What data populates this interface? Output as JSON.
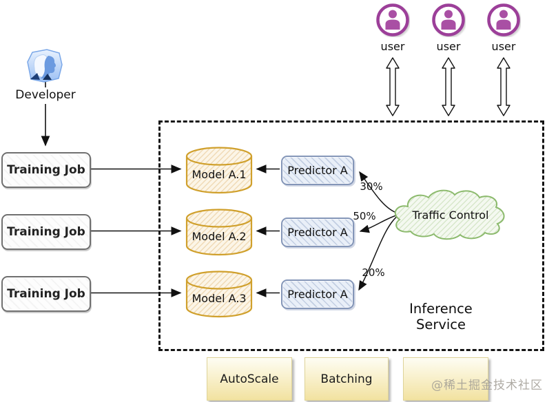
{
  "users": {
    "label": "user"
  },
  "developer": {
    "label": "Developer"
  },
  "training_jobs": {
    "labels": [
      "Training Job",
      "Training Job",
      "Training Job"
    ]
  },
  "inference_service": {
    "title": {
      "line1": "Inference",
      "line2": "Service"
    },
    "models": [
      "Model A.1",
      "Model A.2",
      "Model A.3"
    ],
    "predictors": [
      "Predictor A",
      "Predictor A",
      "Predictor A"
    ],
    "traffic_control": "Traffic Control",
    "traffic_splits": [
      "30%",
      "50%",
      "20%"
    ]
  },
  "features": {
    "autoscale": "AutoScale",
    "batching": "Batching"
  },
  "watermark": "@稀土掘金技术社区",
  "colors": {
    "user_purple": "#9c3f99",
    "user_purple_fill": "#a94fa4",
    "developer_blue": "#5b8fd8",
    "model_border": "#d0a02c",
    "model_fill": "#fcf5e7",
    "predictor_border": "#8496b8",
    "predictor_fill": "#e9eff8",
    "cloud_border": "#8cba6d",
    "cloud_fill": "#f4f9f0",
    "feature_fill_top": "#fefdf3",
    "feature_fill_bottom": "#f2e2a0",
    "arrow": "#111111"
  }
}
